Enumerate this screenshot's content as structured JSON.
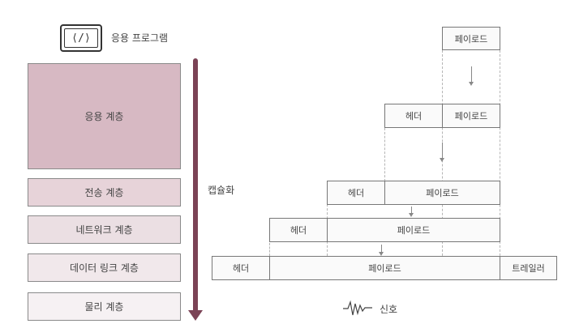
{
  "app_label": "응용 프로그램",
  "app_icon_glyph": "⟨/⟩",
  "layers": [
    {
      "label": "응용 계층",
      "color": "#d7b9c3"
    },
    {
      "label": "전송 계층",
      "color": "#e7d3d9"
    },
    {
      "label": "네트워크 계층",
      "color": "#ebdfe3"
    },
    {
      "label": "데이터 링크 계층",
      "color": "#f1e8eb"
    },
    {
      "label": "물리 계층",
      "color": "#f6f1f3"
    }
  ],
  "encapsulation_label": "캡슐화",
  "arrow_color": "#7b4356",
  "packets": {
    "app": {
      "payload": "페이로드"
    },
    "transport": {
      "header": "헤더",
      "payload": "페이로드"
    },
    "network": {
      "header": "헤더",
      "payload": "페이로드"
    },
    "datalink": {
      "header": "헤더",
      "payload": "페이로드"
    },
    "frame": {
      "header": "헤더",
      "payload": "페이로드",
      "trailer": "트레일러"
    }
  },
  "signal_label": "신호"
}
